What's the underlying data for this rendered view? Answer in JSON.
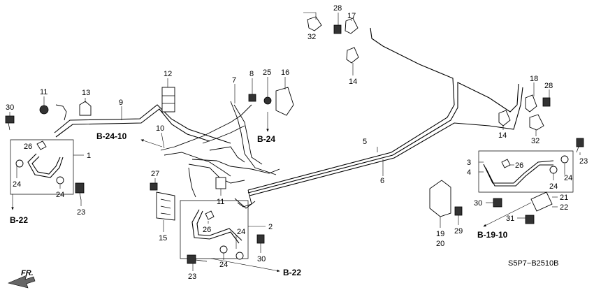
{
  "diagram": {
    "part_numbers": [
      "1",
      "2",
      "3",
      "4",
      "5",
      "6",
      "7",
      "8",
      "9",
      "10",
      "11",
      "12",
      "13",
      "14",
      "15",
      "16",
      "17",
      "18",
      "19",
      "20",
      "21",
      "22",
      "23",
      "24",
      "25",
      "26",
      "27",
      "28",
      "29",
      "30",
      "31",
      "32"
    ],
    "callouts": {
      "n30a": "30",
      "n11a": "11",
      "n13": "13",
      "n9": "9",
      "n12": "12",
      "n10": "10",
      "n7": "7",
      "n8": "8",
      "n25": "25",
      "n16": "16",
      "n28a": "28",
      "n17": "17",
      "n32a": "32",
      "n14a": "14",
      "n18": "18",
      "n28b": "28",
      "n14b": "14",
      "n32b": "32",
      "n5": "5",
      "n6": "6",
      "n26a": "26",
      "n1": "1",
      "n24a": "24",
      "n24b": "24",
      "n23a": "23",
      "n27": "27",
      "n11b": "11",
      "n15": "15",
      "n26b": "26",
      "n2": "2",
      "n24c": "24",
      "n24d": "24",
      "n30b": "30",
      "n23b": "23",
      "n3": "3",
      "n4": "4",
      "n26c": "26",
      "n24e": "24",
      "n24f": "24",
      "n23c": "23",
      "n21": "21",
      "n22": "22",
      "n30c": "30",
      "n29": "29",
      "n19": "19",
      "n20": "20",
      "n31": "31"
    },
    "references": {
      "b22a": "B-22",
      "b2410": "B-24-10",
      "b24": "B-24",
      "b22b": "B-22",
      "b1910": "B-19-10"
    },
    "front_label": "FR.",
    "diagram_code": "S5P7−B2510B"
  }
}
